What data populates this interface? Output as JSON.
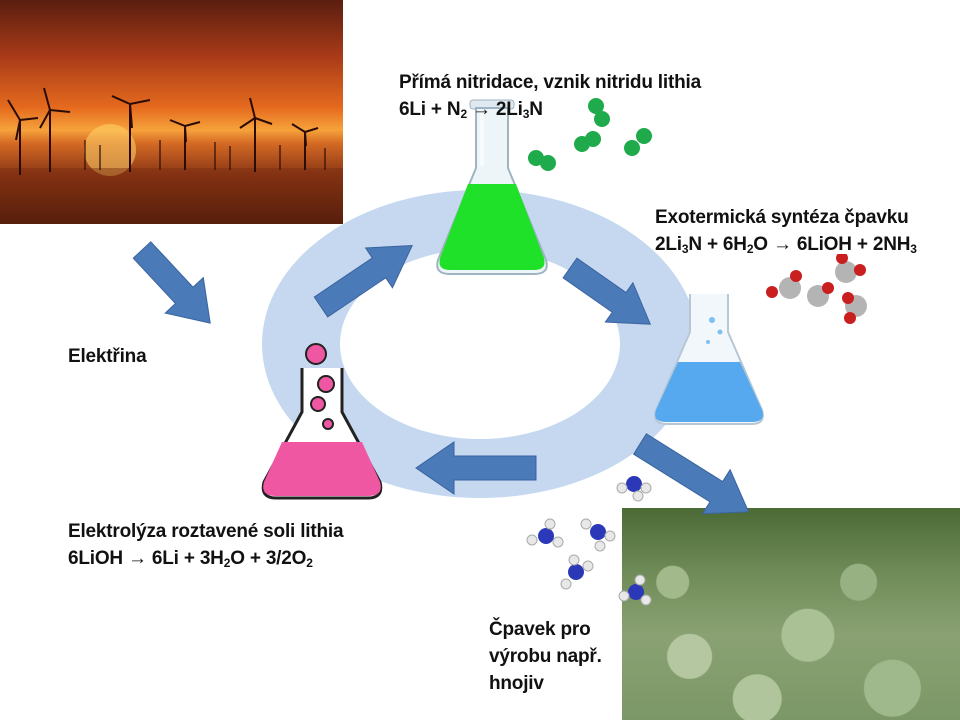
{
  "labels": {
    "nitridation_title": "Přímá nitridace, vznik nitridu lithia",
    "ammonia_synthesis_title": "Exotermická syntéza čpavku",
    "electricity": "Elektřina",
    "electrolysis_title": "Elektrolýza roztavené soli lithia",
    "ammonia_use_line1": "Čpavek pro",
    "ammonia_use_line2": "výrobu např.",
    "ammonia_use_line3": "hnojiv"
  },
  "equations": {
    "nitridation": {
      "p1": "6Li + N",
      "s1": "2",
      "p2": " → 2Li",
      "s2": "3",
      "p3": "N"
    },
    "ammonia_synthesis": {
      "p1": "2Li",
      "s1": "3",
      "p2": "N + 6H",
      "s2": "2",
      "p3": "O → 6LiOH + 2NH",
      "s3": "3"
    },
    "electrolysis": {
      "p1": "6LiOH → 6Li + 3H",
      "s1": "2",
      "p2": "O + 3/2O",
      "s2": "2"
    }
  },
  "colors": {
    "cycle_ring": "#c5d8ef",
    "arrow": "#4a7ab8",
    "green_flask": "#1fe12a",
    "blue_flask": "#56a9ee",
    "pink_flask": "#f057a3",
    "nitrogen": "#1faa4c",
    "oxygen": "#cc1f1f",
    "hydrogen": "#e8e8e8",
    "ammonia_n": "#2b39b8"
  },
  "icons": [
    "wind-farm-photo",
    "flask-green-icon",
    "flask-blue-icon",
    "flask-pink-icon",
    "nitrogen-molecule-icon",
    "water-molecule-icon",
    "ammonia-molecule-icon",
    "cabbage-field-photo"
  ]
}
